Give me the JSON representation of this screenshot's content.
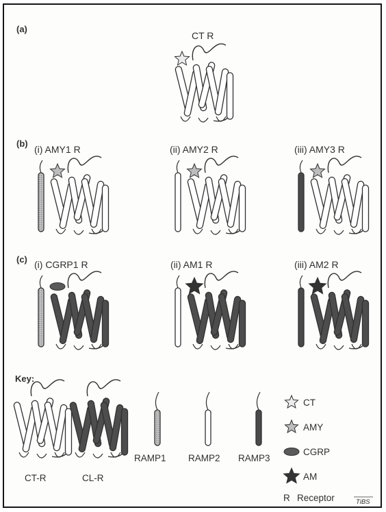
{
  "panel_a": {
    "letter": "(a)",
    "receptor": {
      "label": "CT R",
      "ramp": "none",
      "core": "CT",
      "ligand": "CT"
    }
  },
  "panel_b": {
    "letter": "(b)",
    "receptors": [
      {
        "label": "(i) AMY1 R",
        "ramp": "RAMP1",
        "core": "CT",
        "ligand": "AMY"
      },
      {
        "label": "(ii) AMY2 R",
        "ramp": "RAMP2",
        "core": "CT",
        "ligand": "AMY"
      },
      {
        "label": "(iii) AMY3 R",
        "ramp": "RAMP3",
        "core": "CT",
        "ligand": "AMY"
      }
    ]
  },
  "panel_c": {
    "letter": "(c)",
    "receptors": [
      {
        "label": "(i) CGRP1 R",
        "ramp": "RAMP1",
        "core": "CL",
        "ligand": "CGRP"
      },
      {
        "label": "(ii) AM1 R",
        "ramp": "RAMP2",
        "core": "CL",
        "ligand": "AM"
      },
      {
        "label": "(iii) AM2 R",
        "ramp": "RAMP3",
        "core": "CL",
        "ligand": "AM"
      }
    ]
  },
  "key": {
    "title": "Key:",
    "receptor_types": [
      {
        "label": "CT-R",
        "core": "CT"
      },
      {
        "label": "CL-R",
        "core": "CL"
      }
    ],
    "ramps": [
      {
        "label": "RAMP1",
        "style": "stippled"
      },
      {
        "label": "RAMP2",
        "style": "white"
      },
      {
        "label": "RAMP3",
        "style": "dark"
      }
    ],
    "ligands": [
      {
        "label": "CT",
        "shape": "star",
        "fill": "#ececec"
      },
      {
        "label": "AMY",
        "shape": "star",
        "fill": "#bdbdbd"
      },
      {
        "label": "CGRP",
        "shape": "ellipse",
        "fill": "#5a5a5a"
      },
      {
        "label": "AM",
        "shape": "star",
        "fill": "#333333"
      }
    ],
    "abbrev": {
      "symbol": "R",
      "meaning": "Receptor"
    }
  },
  "credit": "TiBS",
  "colors": {
    "ct_helix": "#ffffff",
    "cl_helix": "#4d4d4d",
    "outline": "#303030",
    "ramp1": "#a8a8a8",
    "ramp2": "#ffffff",
    "ramp3": "#4a4a4a"
  }
}
